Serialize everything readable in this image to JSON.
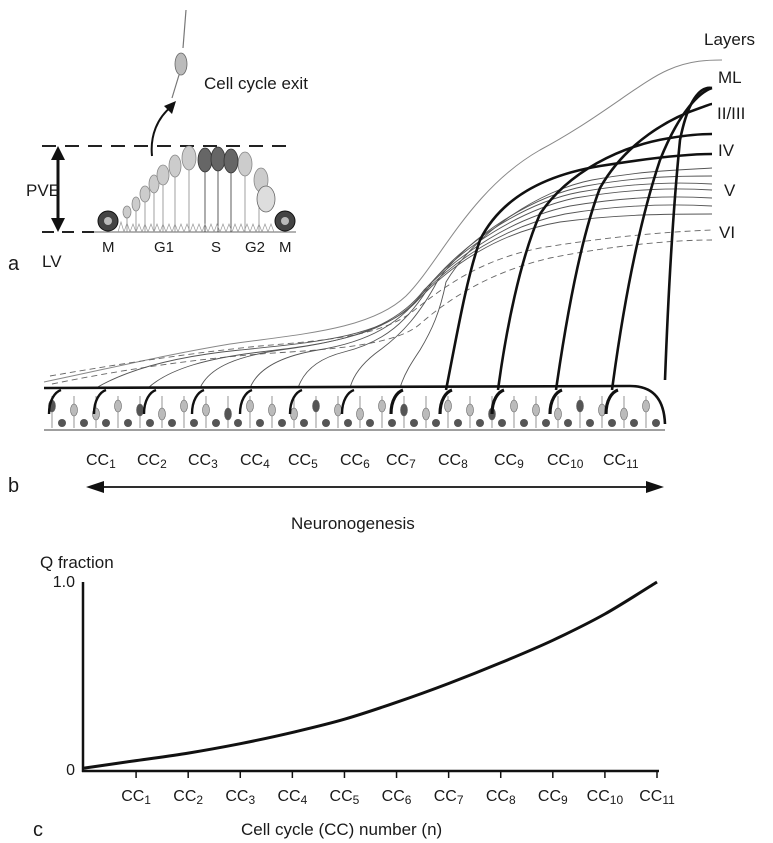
{
  "panel_a": {
    "letter": "a",
    "exit_label": "Cell cycle exit",
    "pve_label": "PVE",
    "lv_label": "LV",
    "phase_labels": [
      "M",
      "G1",
      "S",
      "G2",
      "M"
    ]
  },
  "panel_b": {
    "letter": "b",
    "layers_title": "Layers",
    "layers": [
      "ML",
      "II/III",
      "IV",
      "V",
      "VI"
    ],
    "cycle_labels": [
      {
        "base": "CC",
        "sub": "1"
      },
      {
        "base": "CC",
        "sub": "2"
      },
      {
        "base": "CC",
        "sub": "3"
      },
      {
        "base": "CC",
        "sub": "4"
      },
      {
        "base": "CC",
        "sub": "5"
      },
      {
        "base": "CC",
        "sub": "6"
      },
      {
        "base": "CC",
        "sub": "7"
      },
      {
        "base": "CC",
        "sub": "8"
      },
      {
        "base": "CC",
        "sub": "9"
      },
      {
        "base": "CC",
        "sub": "10"
      },
      {
        "base": "CC",
        "sub": "11"
      }
    ],
    "axis_label": "Neuronogenesis"
  },
  "panel_c": {
    "letter": "c"
  },
  "chart_data": {
    "type": "line",
    "title": "",
    "ylabel": "Q fraction",
    "xlabel": "Cell cycle (CC) number (n)",
    "categories": [
      "CC1",
      "CC2",
      "CC3",
      "CC4",
      "CC5",
      "CC6",
      "CC7",
      "CC8",
      "CC9",
      "CC10",
      "CC11"
    ],
    "x": [
      0,
      1,
      2,
      3,
      4,
      5,
      6,
      7,
      8,
      9,
      10,
      11
    ],
    "values": [
      0.01,
      0.05,
      0.09,
      0.14,
      0.2,
      0.27,
      0.36,
      0.46,
      0.57,
      0.69,
      0.83,
      1.0
    ],
    "ylim": [
      0,
      1.0
    ],
    "yticks": [
      "0",
      "1.0"
    ],
    "grid": false
  }
}
